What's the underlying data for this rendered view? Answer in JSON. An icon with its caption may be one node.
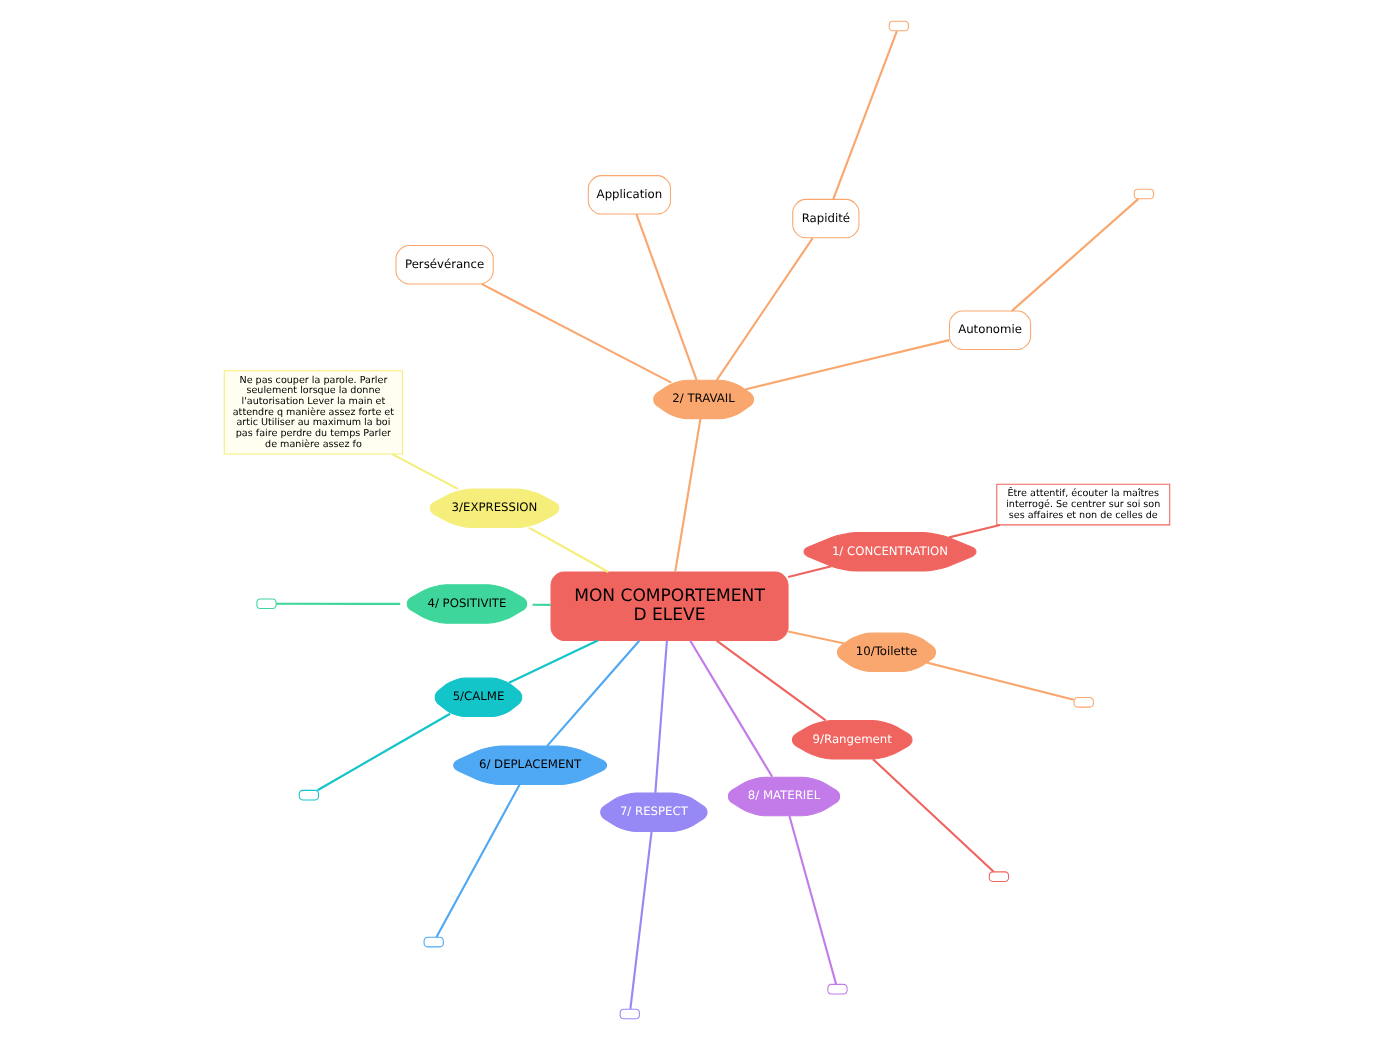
{
  "diagram": {
    "nodes": [
      {
        "text": [
          "MON COMPORTEMENT D ELEVE"
        ]
      },
      {
        "text": [
          "1/ CONCENTRATION"
        ]
      },
      {
        "text": [
          "Être attentif, écouter la maîtres interrogé. Se centrer sur soi son ses affaires et non de celles de"
        ]
      },
      {
        "text": [
          "2/ TRAVAIL"
        ]
      },
      {
        "text": [
          "Autonomie"
        ]
      },
      {
        "text": [
          "Rapidité"
        ]
      },
      {
        "text": [
          "Application"
        ]
      },
      {
        "text": [
          "Persévérance"
        ]
      },
      {
        "text": [],
        "shape": "box"
      },
      {
        "text": [],
        "shape": "box"
      },
      {
        "text": [
          "3/EXPRESSION"
        ]
      },
      {
        "text": [
          "Ne pas couper la parole. Parler seulement lorsque la donne l'autorisation Lever la main et attendre q manière assez forte et artic Utiliser au maximum la boi pas faire perdre du temps Parler de manière assez fo"
        ]
      },
      {
        "text": [
          "4/ POSITIVITE"
        ]
      },
      {
        "text": [],
        "shape": "box"
      },
      {
        "text": [
          "5/CALME"
        ]
      },
      {
        "text": [],
        "shape": "box"
      },
      {
        "text": [
          "6/ DEPLACEMENT"
        ]
      },
      {
        "text": [],
        "shape": "box"
      },
      {
        "text": [
          "7/ RESPECT"
        ]
      },
      {
        "text": [],
        "shape": "box"
      },
      {
        "text": [
          "8/ MATERIEL"
        ]
      },
      {
        "text": [],
        "shape": "box"
      },
      {
        "text": [
          "9/Rangement"
        ]
      },
      {
        "text": [],
        "shape": "box"
      },
      {
        "text": [
          "10/Toilette"
        ]
      },
      {
        "text": [],
        "shape": "box"
      }
    ],
    "edges": [
      {
        "from": 0,
        "to": 1,
        "arrow": "none",
        "color": "#f0645f"
      },
      {
        "from": 1,
        "to": 2,
        "arrow": "none",
        "color": "#f0645f"
      },
      {
        "from": 0,
        "to": 3,
        "arrow": "none",
        "color": "#f9a76e"
      },
      {
        "from": 3,
        "to": 4,
        "arrow": "none",
        "color": "#f9a76e"
      },
      {
        "from": 3,
        "to": 5,
        "arrow": "none",
        "color": "#f9a76e"
      },
      {
        "from": 3,
        "to": 6,
        "arrow": "none",
        "color": "#f9a76e"
      },
      {
        "from": 3,
        "to": 7,
        "arrow": "none",
        "color": "#f9a76e"
      },
      {
        "from": 4,
        "to": 8,
        "arrow": "none",
        "color": "#f9a76e"
      },
      {
        "from": 5,
        "to": 9,
        "arrow": "none",
        "color": "#f9a76e"
      },
      {
        "from": 0,
        "to": 10,
        "arrow": "none",
        "color": "#f5ee7a"
      },
      {
        "from": 10,
        "to": 11,
        "arrow": "none",
        "color": "#f5ee7a"
      },
      {
        "from": 0,
        "to": 12,
        "arrow": "none",
        "color": "#3ed69a"
      },
      {
        "from": 12,
        "to": 13,
        "arrow": "none",
        "color": "#3ed69a"
      },
      {
        "from": 0,
        "to": 14,
        "arrow": "none",
        "color": "#13c4c9"
      },
      {
        "from": 14,
        "to": 15,
        "arrow": "none",
        "color": "#13c4c9"
      },
      {
        "from": 0,
        "to": 16,
        "arrow": "none",
        "color": "#4fa8f4"
      },
      {
        "from": 16,
        "to": 17,
        "arrow": "none",
        "color": "#4fa8f4"
      },
      {
        "from": 0,
        "to": 18,
        "arrow": "none",
        "color": "#9688f5"
      },
      {
        "from": 18,
        "to": 19,
        "arrow": "none",
        "color": "#9688f5"
      },
      {
        "from": 0,
        "to": 20,
        "arrow": "none",
        "color": "#c27be8"
      },
      {
        "from": 20,
        "to": 21,
        "arrow": "none",
        "color": "#c27be8"
      },
      {
        "from": 0,
        "to": 22,
        "arrow": "none",
        "color": "#f0645f"
      },
      {
        "from": 22,
        "to": 23,
        "arrow": "none",
        "color": "#f0645f"
      },
      {
        "from": 0,
        "to": 24,
        "arrow": "none",
        "color": "#f9a76e"
      },
      {
        "from": 24,
        "to": 25,
        "arrow": "none",
        "color": "#f9a76e"
      }
    ]
  }
}
